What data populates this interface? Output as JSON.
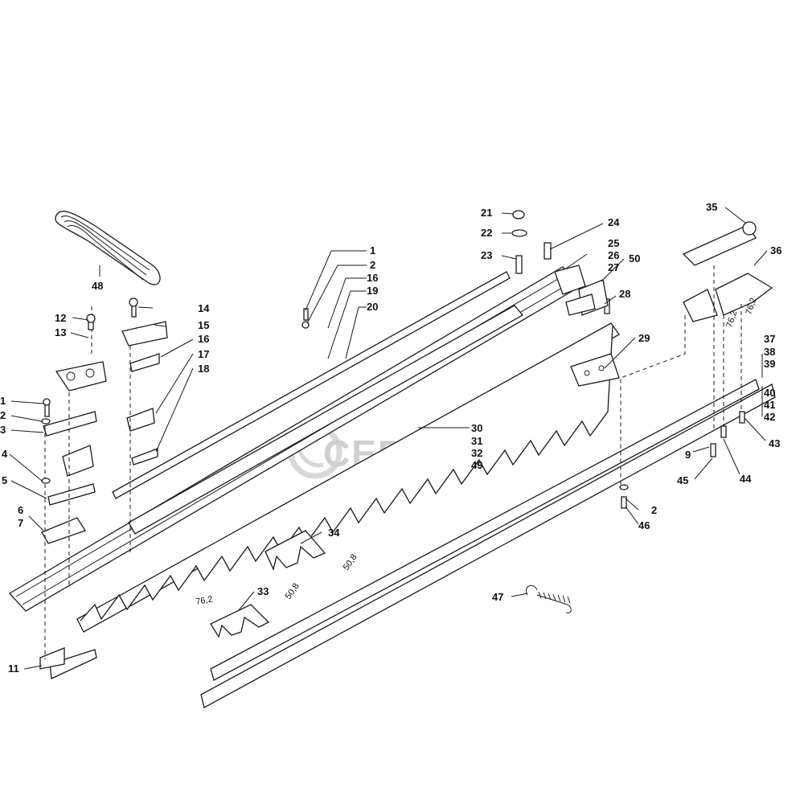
{
  "watermark": {
    "text": "CERMAG"
  },
  "callouts": [
    {
      "id": "c-48",
      "text": "48"
    },
    {
      "id": "c-12",
      "text": "12"
    },
    {
      "id": "c-13",
      "text": "13"
    },
    {
      "id": "c-14",
      "text": "14"
    },
    {
      "id": "c-15",
      "text": "15"
    },
    {
      "id": "c-16a",
      "text": "16"
    },
    {
      "id": "c-17",
      "text": "17"
    },
    {
      "id": "c-18",
      "text": "18"
    },
    {
      "id": "c-1a",
      "text": "1"
    },
    {
      "id": "c-2a",
      "text": "2"
    },
    {
      "id": "c-16b",
      "text": "16"
    },
    {
      "id": "c-19",
      "text": "19"
    },
    {
      "id": "c-20",
      "text": "20"
    },
    {
      "id": "c-1b",
      "text": "1"
    },
    {
      "id": "c-2b",
      "text": "2"
    },
    {
      "id": "c-3",
      "text": "3"
    },
    {
      "id": "c-4",
      "text": "4"
    },
    {
      "id": "c-5",
      "text": "5"
    },
    {
      "id": "c-6",
      "text": "6"
    },
    {
      "id": "c-7",
      "text": "7"
    },
    {
      "id": "c-11",
      "text": "11"
    },
    {
      "id": "c-21",
      "text": "21"
    },
    {
      "id": "c-22",
      "text": "22"
    },
    {
      "id": "c-23",
      "text": "23"
    },
    {
      "id": "c-24",
      "text": "24"
    },
    {
      "id": "c-25",
      "text": "25"
    },
    {
      "id": "c-26",
      "text": "26"
    },
    {
      "id": "c-27",
      "text": "27"
    },
    {
      "id": "c-50",
      "text": "50"
    },
    {
      "id": "c-28",
      "text": "28"
    },
    {
      "id": "c-29",
      "text": "29"
    },
    {
      "id": "c-30",
      "text": "30"
    },
    {
      "id": "c-31",
      "text": "31"
    },
    {
      "id": "c-32",
      "text": "32"
    },
    {
      "id": "c-49",
      "text": "49"
    },
    {
      "id": "c-34",
      "text": "34"
    },
    {
      "id": "c-33",
      "text": "33"
    },
    {
      "id": "c-35",
      "text": "35"
    },
    {
      "id": "c-36",
      "text": "36"
    },
    {
      "id": "c-37",
      "text": "37"
    },
    {
      "id": "c-38",
      "text": "38"
    },
    {
      "id": "c-39",
      "text": "39"
    },
    {
      "id": "c-40",
      "text": "40"
    },
    {
      "id": "c-41",
      "text": "41"
    },
    {
      "id": "c-42",
      "text": "42"
    },
    {
      "id": "c-43",
      "text": "43"
    },
    {
      "id": "c-9",
      "text": "9"
    },
    {
      "id": "c-44",
      "text": "44"
    },
    {
      "id": "c-45",
      "text": "45"
    },
    {
      "id": "c-2c",
      "text": "2"
    },
    {
      "id": "c-46",
      "text": "46"
    },
    {
      "id": "c-47",
      "text": "47"
    }
  ],
  "dimensions": {
    "d1": "76,2",
    "d2": "76,2",
    "d3": "50,8",
    "d4": "50,8",
    "d5": "76,2"
  }
}
